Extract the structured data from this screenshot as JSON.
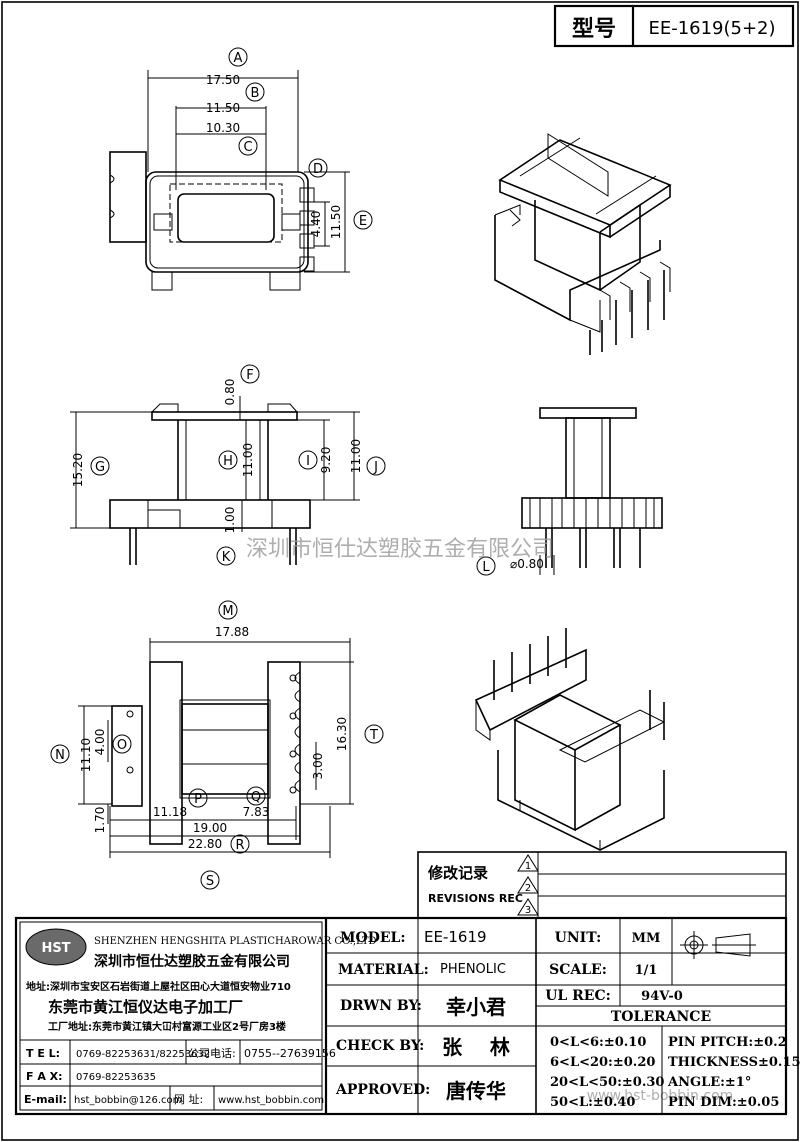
{
  "title_block": {
    "label": "型号",
    "model": "EE-1619(5+2)"
  },
  "dimensions": {
    "A": "17.50",
    "B": "11.50",
    "C": "10.30",
    "D": "4.40",
    "E": "11.50",
    "F": "0.80",
    "G": "15.20",
    "H": "11.00",
    "I": "9.20",
    "J": "11.00",
    "K": "1.00",
    "L": "⌀0.80",
    "M": "17.88",
    "N": "11.10",
    "O": "4.00",
    "P": "11.18",
    "Q": "7.83",
    "R": "19.00",
    "S": "22.80",
    "T": "16.30",
    "T2": "3.00",
    "N2": "1.70"
  },
  "letters": [
    "A",
    "B",
    "C",
    "D",
    "E",
    "F",
    "G",
    "H",
    "I",
    "J",
    "K",
    "L",
    "M",
    "N",
    "O",
    "P",
    "Q",
    "R",
    "S",
    "T"
  ],
  "watermark": "深圳市恒仕达塑胶五金有限公司",
  "watermark2": "www.hst-bobbin.com",
  "revisions": {
    "title_cn": "修改记录",
    "title_en": "REVISIONS REC",
    "marks": [
      "1",
      "2",
      "3"
    ]
  },
  "company": {
    "logo": "HST",
    "name_en": "SHENZHEN HENGSHITA PLASTICHAROWAR CO.,LTD",
    "name_cn": "深圳市恒仕达塑胶五金有限公司",
    "addr": "地址:深圳市宝安区石岩街道上屋社区田心大道恒安物业710",
    "factory": "东莞市黄江恒仪达电子加工厂",
    "factory_addr": "工厂地址:东莞市黄江镇大冚村富源工业区2号厂房3楼",
    "tel_label": "T E L:",
    "tel": "0769-82253631/82253632",
    "phone_label": "公司电话:",
    "phone": "0755--27639156",
    "fax_label": "F A X:",
    "fax": "0769-82253635",
    "email_label": "E-mail:",
    "email": "hst_bobbin@126.com",
    "web_label": "网  址:",
    "web": "www.hst_bobbin.com"
  },
  "specs": {
    "model_label": "MODEL:",
    "model": "EE-1619",
    "material_label": "MATERIAL:",
    "material": "PHENOLIC",
    "drawn_label": "DRWN BY:",
    "drawn": "幸小君",
    "check_label": "CHECK BY:",
    "check": "张    林",
    "approved_label": "APPROVED:",
    "approved": "唐传华",
    "unit_label": "UNIT:",
    "unit": "MM",
    "scale_label": "SCALE:",
    "scale": "1/1",
    "ul_label": "UL REC:",
    "ul": "94V-0",
    "tol_label": "TOLERANCE",
    "tol": [
      "0<L<6:±0.10",
      "6<L<20:±0.20",
      "20<L<50:±0.30",
      "50<L:±0.40"
    ],
    "tol2": [
      "PIN PITCH:±0.2",
      "THICKNESS±0.15",
      "ANGLE:±1°",
      "PIN DIM:±0.05"
    ]
  }
}
